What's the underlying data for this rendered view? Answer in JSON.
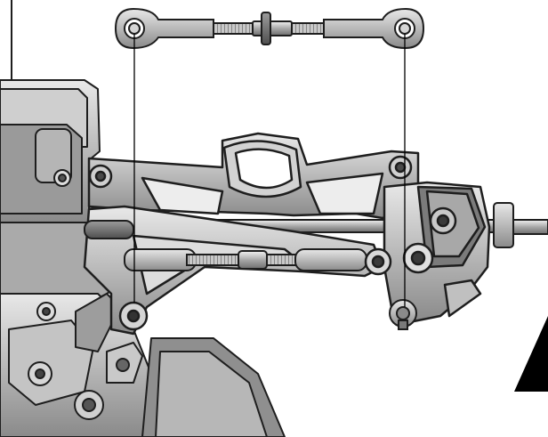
{
  "figure": {
    "kind": "rc-car-rear-suspension-assembly-illustration",
    "style": "grayscale-technical-line-art",
    "components": [
      {
        "name": "turnbuckle-link",
        "state": "exploded"
      },
      {
        "name": "chassis-bulkhead"
      },
      {
        "name": "upper-suspension-arm"
      },
      {
        "name": "lower-suspension-arm"
      },
      {
        "name": "rear-hub-carrier"
      },
      {
        "name": "installed-turnbuckle"
      },
      {
        "name": "drive-shaft"
      },
      {
        "name": "ball-stud"
      },
      {
        "name": "leader-line",
        "count": 2
      }
    ],
    "callouts": [],
    "colors": {
      "background": "#ffffff",
      "part_light": "#cfcfcf",
      "part_mid": "#9a9a9a",
      "part_dark": "#5e5e5e",
      "outline": "#1e1e1e",
      "corner_mark": "#000000"
    }
  }
}
